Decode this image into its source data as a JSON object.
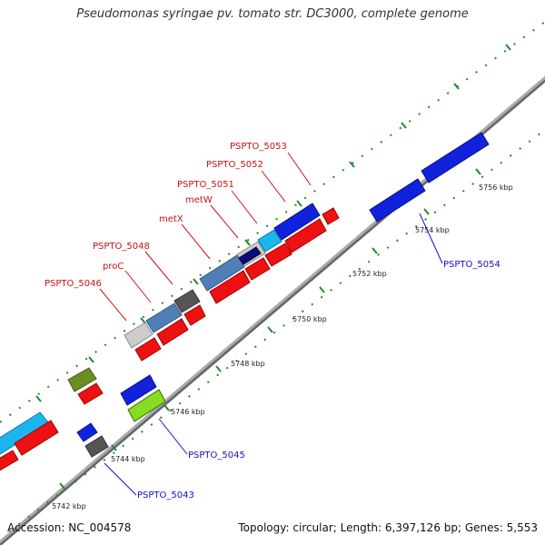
{
  "title": "Pseudomonas syringae pv. tomato str. DC3000, complete genome",
  "accession": "Accession: NC_004578",
  "topology": "Topology: circular; Length: 6,397,126 bp; Genes: 5,553",
  "kbp_labels": [
    "5742 kbp",
    "5744 kbp",
    "5746 kbp",
    "5748 kbp",
    "5750 kbp",
    "5752 kbp",
    "5754 kbp",
    "5756 kbp"
  ],
  "top_labels": [
    "PSPTO_5053",
    "PSPTO_5052",
    "PSPTO_5051",
    "metW",
    "metX",
    "PSPTO_5048",
    "proC",
    "PSPTO_5046"
  ],
  "bottom_labels": [
    "PSPTO_5054",
    "PSPTO_5045",
    "PSPTO_5043"
  ],
  "colors": {
    "top_label": "#cc1111",
    "bottom_label": "#1111cc",
    "backbone": "#999999",
    "tick": "#22882a",
    "cds_red": "#ee1111",
    "gene_blue": "#1122dd",
    "gene_cyan": "#1bb6ee",
    "gene_steel": "#4f7fb5",
    "gene_grey": "#555555",
    "gene_light": "#cccccc",
    "gene_olive": "#6b8e23",
    "gene_lime": "#88dd22",
    "gene_navy": "#0a0a7a"
  }
}
